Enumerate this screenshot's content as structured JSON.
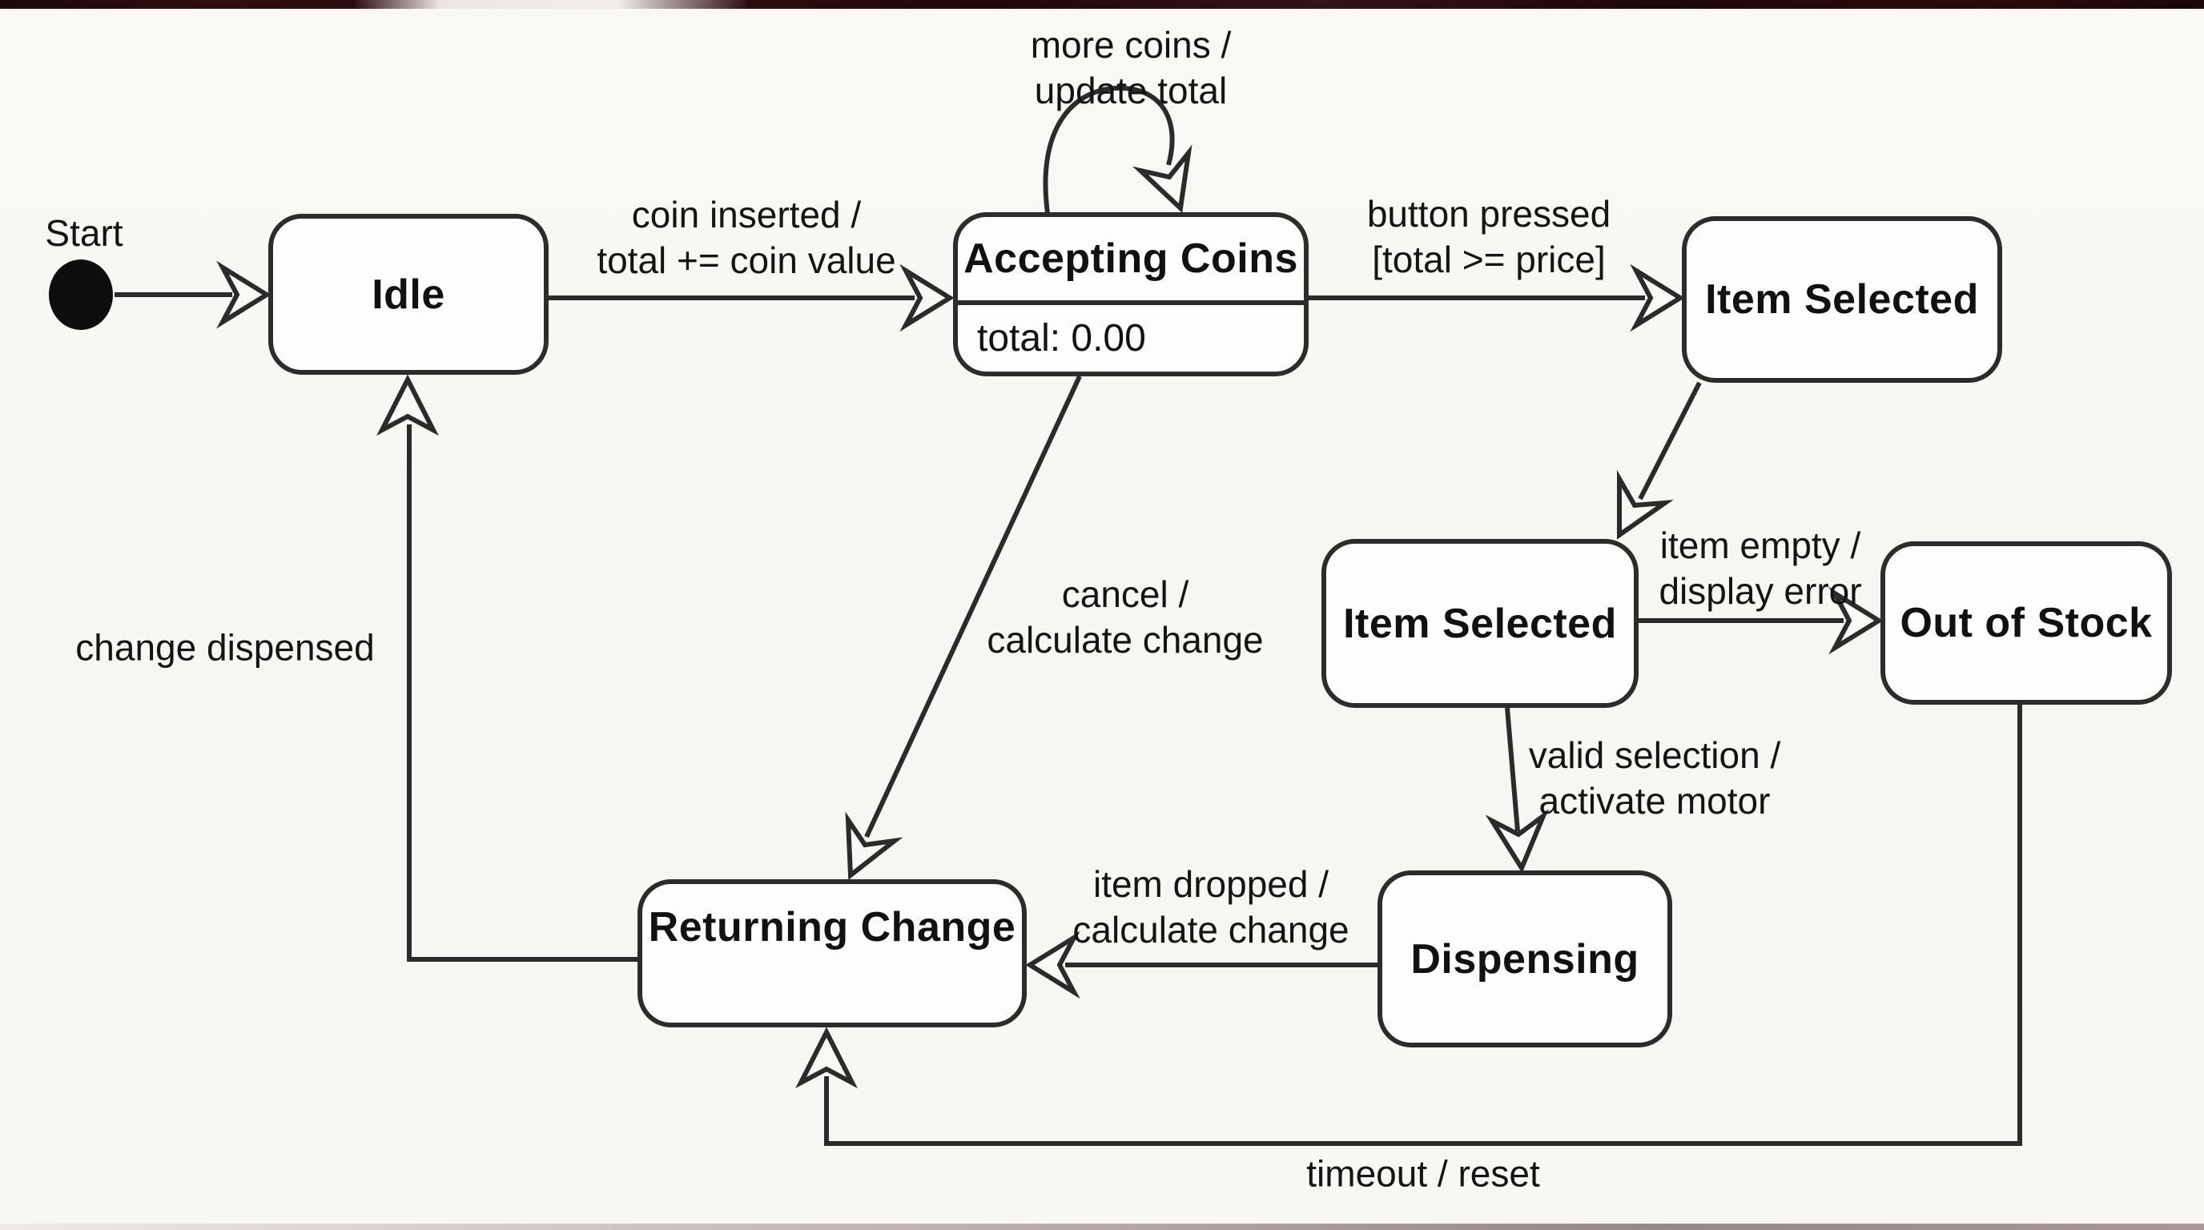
{
  "diagram": {
    "type": "uml-state-machine",
    "start_label": "Start",
    "states": {
      "idle": {
        "name": "Idle"
      },
      "accepting_coins": {
        "name": "Accepting Coins",
        "internal_value": "total: 0.00"
      },
      "item_selected_top": {
        "name": "Item Selected"
      },
      "item_selected_mid": {
        "name": "Item Selected"
      },
      "out_of_stock": {
        "name": "Out of Stock"
      },
      "dispensing": {
        "name": "Dispensing"
      },
      "returning_change": {
        "name": "Returning Change"
      }
    },
    "transitions": {
      "coin_inserted": {
        "line1": "coin inserted /",
        "line2": "total += coin value"
      },
      "more_coins": {
        "line1": "more coins /",
        "line2": "update total"
      },
      "button_pressed": {
        "line1": "button pressed",
        "line2": "[total >= price]"
      },
      "item_empty": {
        "line1": "item empty /",
        "line2": "display error"
      },
      "valid_selection": {
        "line1": "valid selection /",
        "line2": "activate motor"
      },
      "cancel": {
        "line1": "cancel /",
        "line2": "calculate change"
      },
      "item_dropped": {
        "line1": "item dropped /",
        "line2": "calculate change"
      },
      "change_dispensed": {
        "line1": "change dispensed"
      },
      "timeout": {
        "line1": "timeout / reset"
      }
    },
    "colors": {
      "line": "#2b2b2b",
      "text": "#141414",
      "background": "#f8f7f4",
      "state_fill": "#fdfdfc",
      "scan_edge_artifact": "#2e0c0e"
    }
  }
}
